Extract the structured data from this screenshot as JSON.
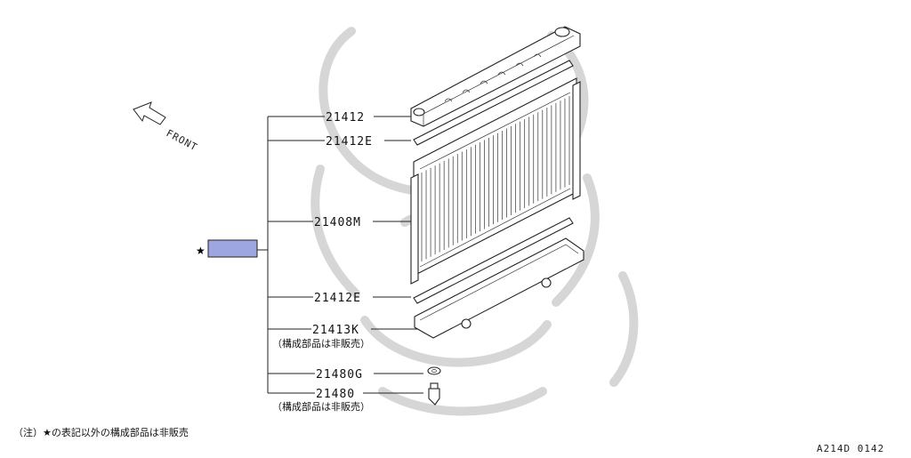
{
  "labels": {
    "upper_tank": "21412",
    "upper_seal": "21412E",
    "core": "21408M",
    "lower_seal": "21412E",
    "lower_tank": "21413K",
    "lower_tank_note": "（構成部品は非販売）",
    "washer": "21480G",
    "drain_cock": "21480",
    "drain_cock_note": "（構成部品は非販売）"
  },
  "front_label": "FRONT",
  "star_marker": "★",
  "footnote": "（注）★の表記以外の構成部品は非販売",
  "diagram_code": "A214D 0142",
  "colors": {
    "assembly_box": "#9ea6e2",
    "line": "#222222",
    "watermark": "#d2d2d2"
  },
  "icons": [
    "front-arrow-icon",
    "star-icon"
  ]
}
